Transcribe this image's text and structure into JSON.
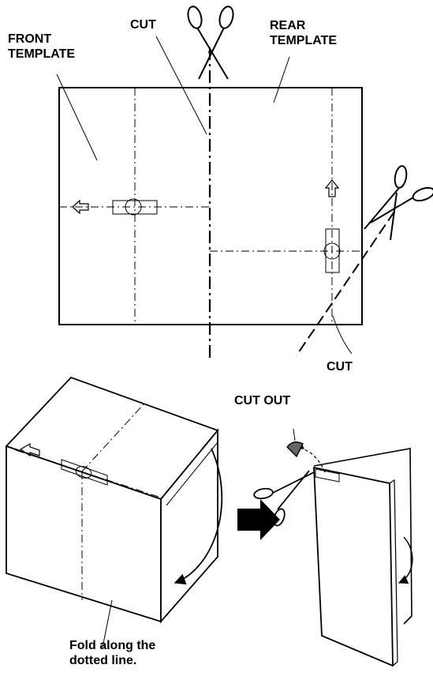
{
  "labels": {
    "front_template": [
      "FRONT",
      "TEMPLATE"
    ],
    "rear_template": [
      "REAR",
      "TEMPLATE"
    ],
    "cut_top": "CUT",
    "cut_right": "CUT",
    "cut_out": "CUT OUT",
    "fold_instruction": [
      "Fold along the",
      "dotted  line."
    ]
  },
  "icons": [
    "scissors-icon",
    "left-arrow-icon",
    "up-arrow-icon",
    "right-arrow-icon",
    "curved-arrow-icon"
  ],
  "colors": {
    "ink": "#000000",
    "paper": "#ffffff"
  }
}
